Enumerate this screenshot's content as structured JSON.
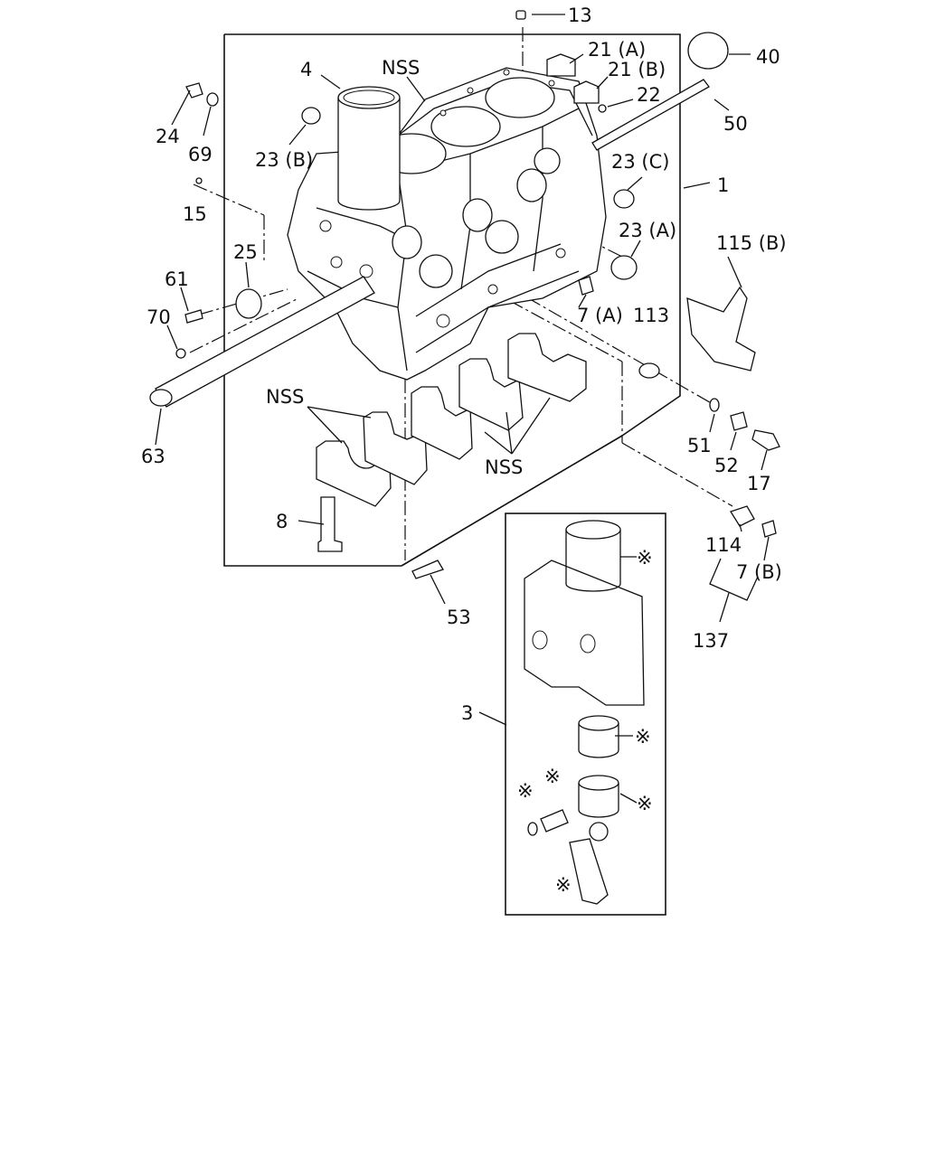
{
  "callouts": {
    "c1": "1",
    "c3": "3",
    "c4": "4",
    "c7a": "7 (A)",
    "c7b": "7 (B)",
    "c8": "8",
    "c13": "13",
    "c15": "15",
    "c17": "17",
    "c21a": "21 (A)",
    "c21b": "21 (B)",
    "c22": "22",
    "c23a": "23 (A)",
    "c23b": "23 (B)",
    "c23c": "23 (C)",
    "c24": "24",
    "c25": "25",
    "c40": "40",
    "c50": "50",
    "c51": "51",
    "c52": "52",
    "c53": "53",
    "c61": "61",
    "c63": "63",
    "c69": "69",
    "c70": "70",
    "c113": "113",
    "c114": "114",
    "c115b": "115 (B)",
    "c137": "137",
    "nss_block": "NSS",
    "nss_caps_left": "NSS",
    "nss_caps_right": "NSS"
  },
  "kit_mark": "※"
}
